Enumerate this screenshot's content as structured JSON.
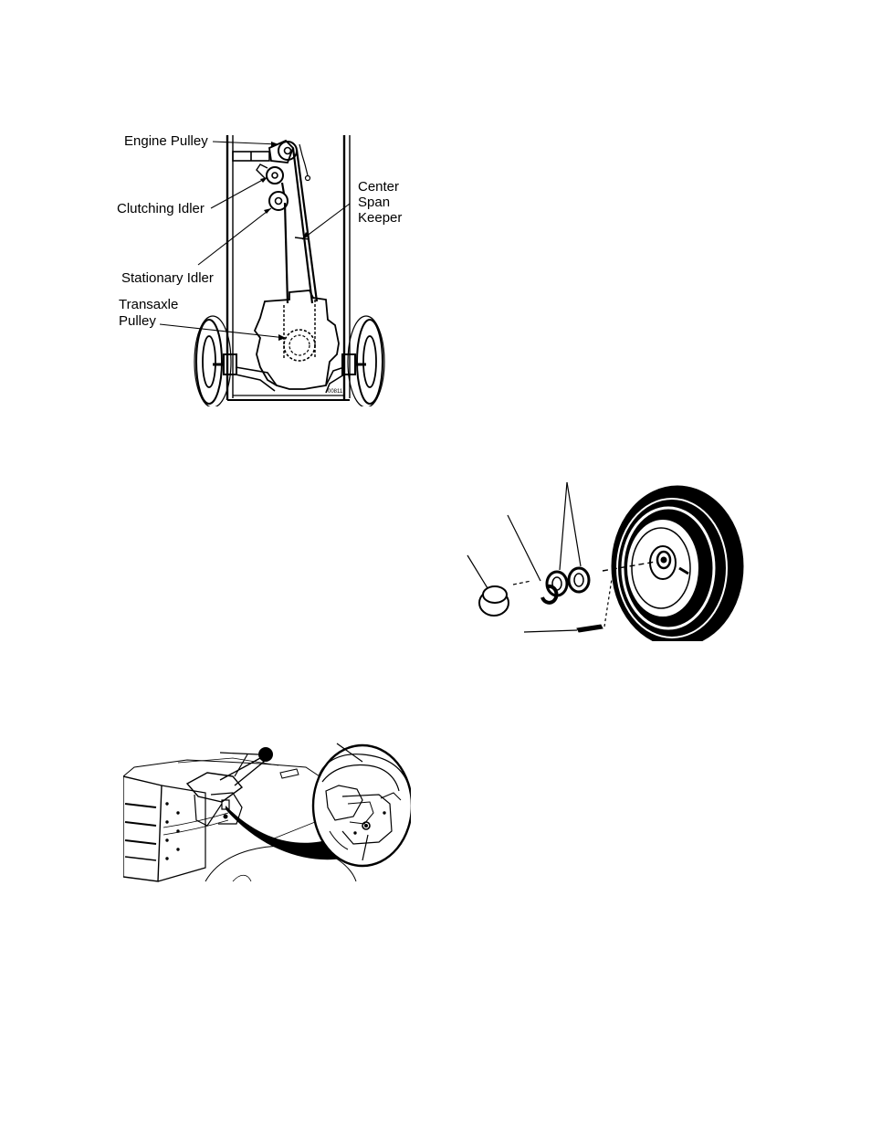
{
  "belt_diagram": {
    "labels": {
      "engine_pulley": "Engine Pulley",
      "clutching_idler": "Clutching Idler",
      "stationary_idler": "Stationary Idler",
      "transaxle_line1": "Transaxle",
      "transaxle_line2": "Pulley",
      "center_line1": "Center",
      "center_line2": "Span",
      "center_line3": "Keeper"
    },
    "code": "00811"
  },
  "wheel_diagram": {},
  "lever_diagram": {}
}
